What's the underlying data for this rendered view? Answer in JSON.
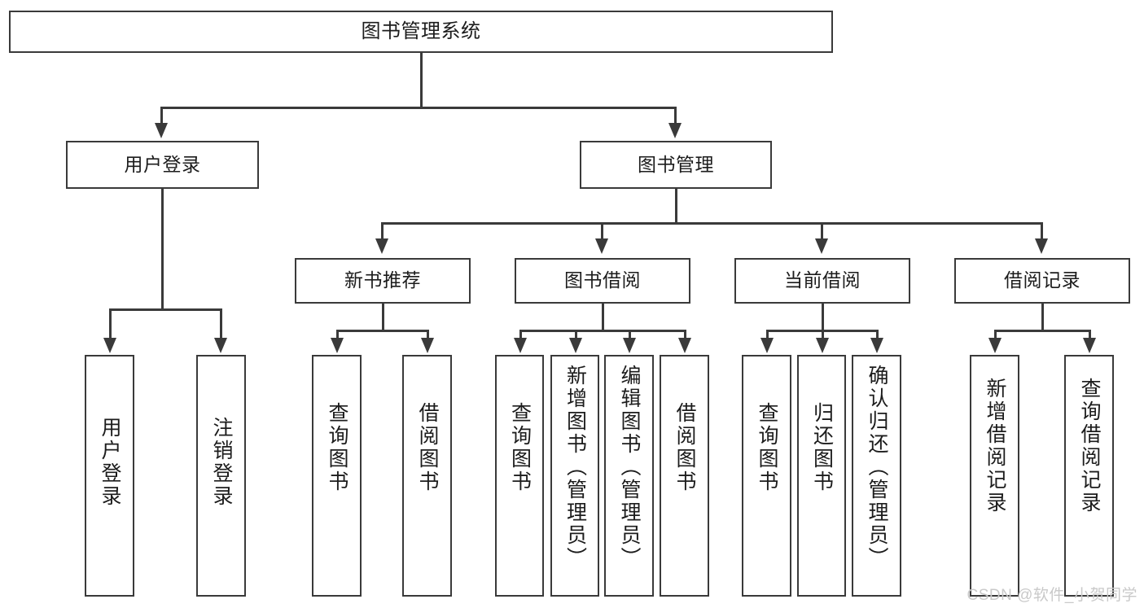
{
  "diagram": {
    "title": "图书管理系统",
    "type": "tree-hierarchy-functional-structure",
    "root": {
      "label": "图书管理系统"
    },
    "level2": [
      {
        "label": "用户登录"
      },
      {
        "label": "图书管理"
      }
    ],
    "level3": [
      {
        "label": "新书推荐"
      },
      {
        "label": "图书借阅"
      },
      {
        "label": "当前借阅"
      },
      {
        "label": "借阅记录"
      }
    ],
    "leaves": {
      "user_login": [
        {
          "label": "用户登录"
        },
        {
          "label": "注销登录"
        }
      ],
      "new_book_recommend": [
        {
          "label": "查询图书"
        },
        {
          "label": "借阅图书"
        }
      ],
      "book_borrow": [
        {
          "label": "查询图书"
        },
        {
          "label": "新增图书（管理员）"
        },
        {
          "label": "编辑图书（管理员）"
        },
        {
          "label": "借阅图书"
        }
      ],
      "current_borrow": [
        {
          "label": "查询图书"
        },
        {
          "label": "归还图书"
        },
        {
          "label": "确认归还（管理员）"
        }
      ],
      "borrow_records": [
        {
          "label": "新增借阅记录"
        },
        {
          "label": "查询借阅记录"
        }
      ]
    }
  },
  "watermark": {
    "text": "CSDN @软件_小贺同学"
  },
  "colors": {
    "stroke": "#3a3a3a",
    "text": "#1c1c1c",
    "background": "#ffffff",
    "watermark": "#c9c9c9"
  }
}
